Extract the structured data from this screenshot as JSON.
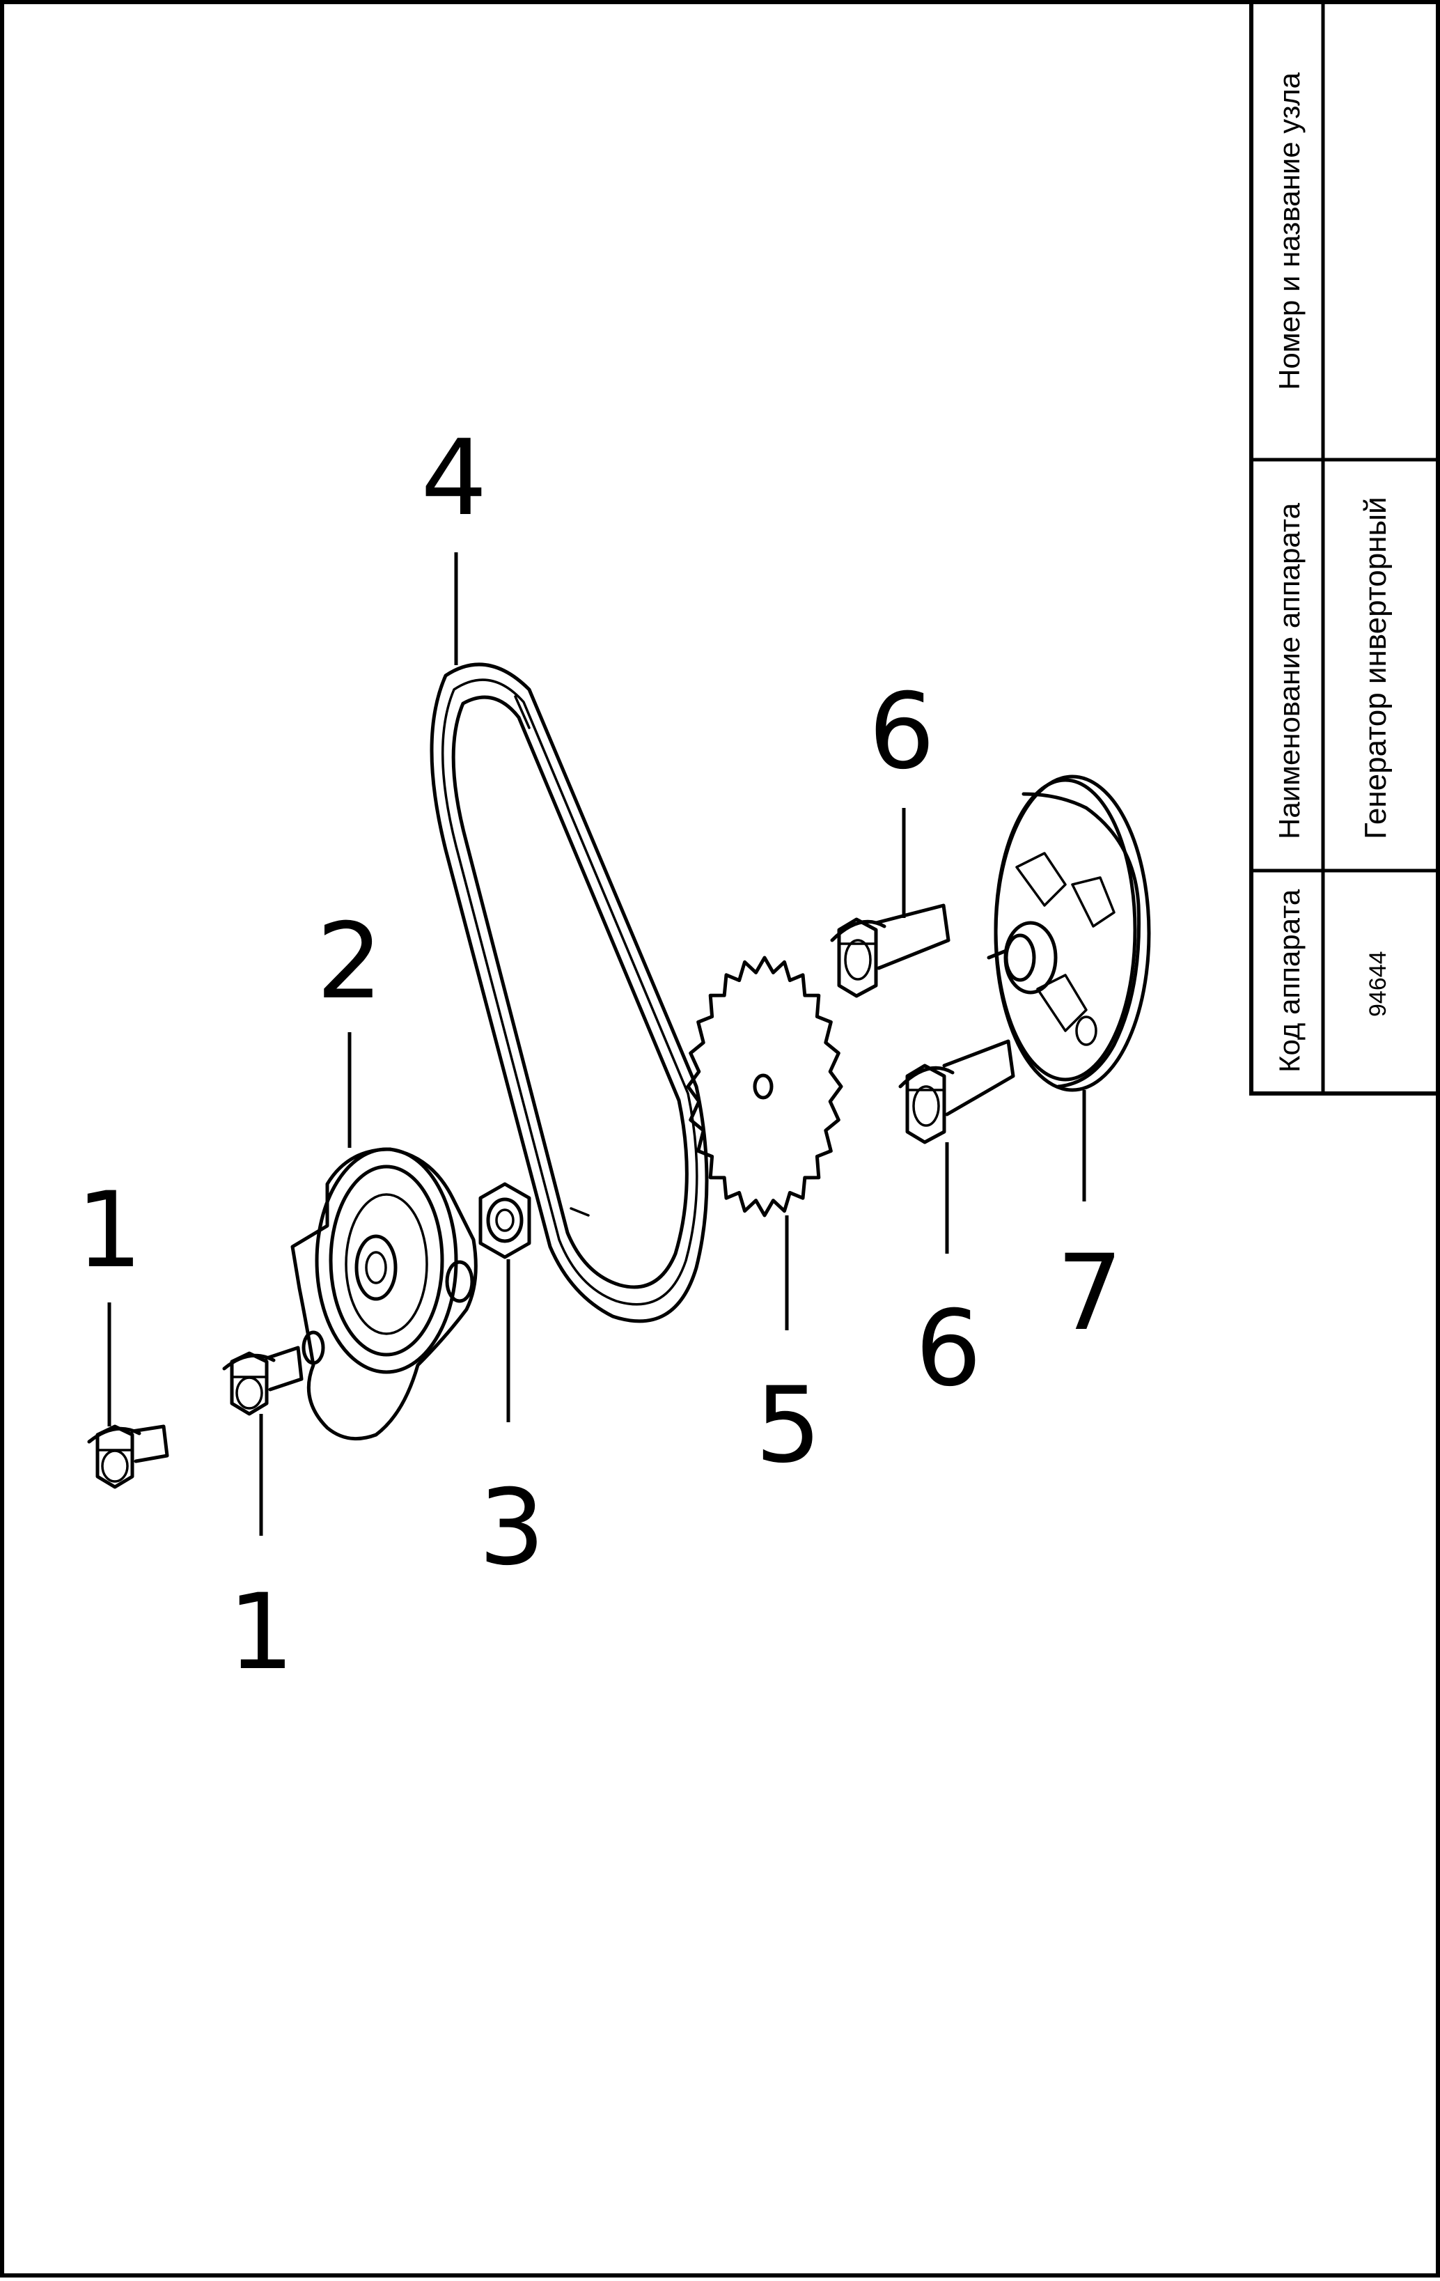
{
  "title_block": {
    "code_label": "Код аппарата",
    "code_value": "94644",
    "name_label": "Наименование аппарата",
    "name_value": "Генератор инверторный",
    "node_label": "Номер и название узла",
    "node_value": ""
  },
  "callouts": {
    "bolt_upper_left": "1",
    "bolt_lower": "1",
    "tensioner": "2",
    "nut": "3",
    "belt": "4",
    "sprocket": "5",
    "bolt_upper_right": "6",
    "bolt_lower_right": "6",
    "pulley": "7"
  }
}
